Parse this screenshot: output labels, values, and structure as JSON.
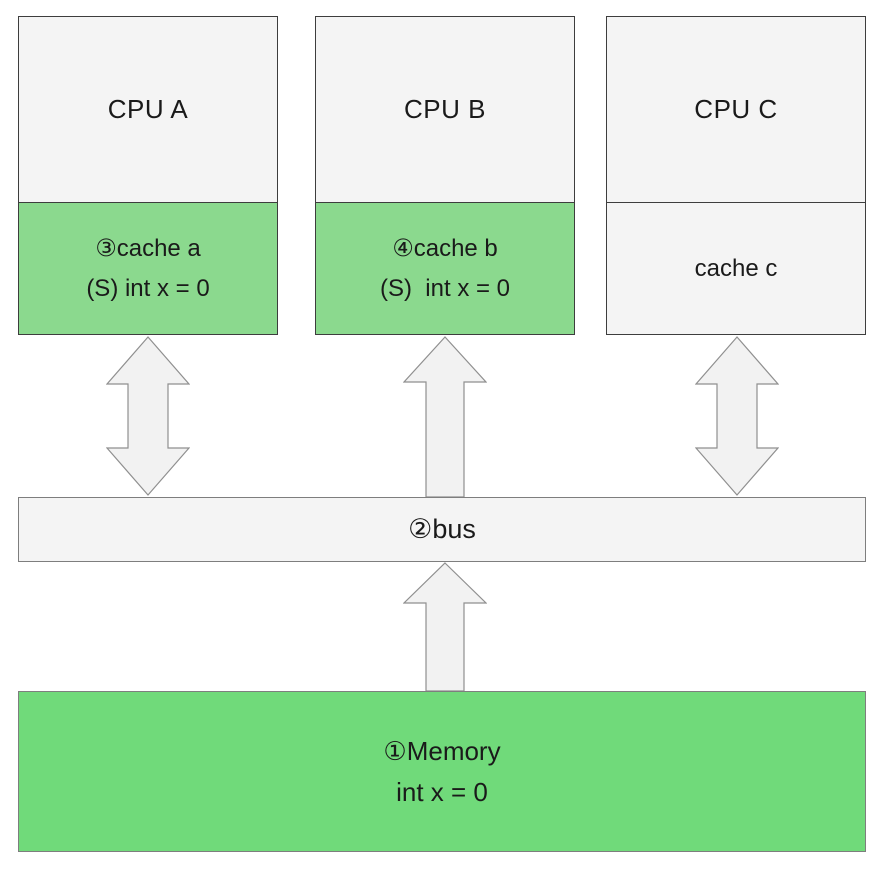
{
  "cpus": [
    {
      "name": "CPU A",
      "cache_line1": "③cache a",
      "cache_line2": "(S) int x = 0",
      "cache_highlighted": true,
      "arrow_to_bus": "bidirectional"
    },
    {
      "name": "CPU B",
      "cache_line1": "④cache b",
      "cache_line2": "(S)  int x = 0",
      "cache_highlighted": true,
      "arrow_to_bus": "up"
    },
    {
      "name": "CPU C",
      "cache_line1": "cache c",
      "cache_line2": "",
      "cache_highlighted": false,
      "arrow_to_bus": "bidirectional"
    }
  ],
  "bus": {
    "label": "②bus"
  },
  "memory": {
    "line1": "①Memory",
    "line2": "int x = 0",
    "arrow_to_bus": "up"
  },
  "colors": {
    "cache-green": "#8bd98e",
    "memory-green": "#70da7a",
    "box-fill": "#f4f4f4",
    "arrow-fill": "#f2f2f2",
    "border-dark": "#3d3d3d",
    "border-gray": "#7e7e7e",
    "arrow-stroke": "#8f8f8f",
    "text": "#1a1a1a"
  }
}
